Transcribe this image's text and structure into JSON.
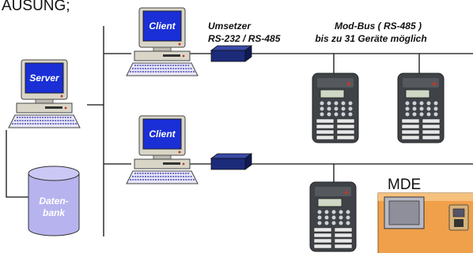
{
  "heading": "AUSUNG;",
  "nodes": {
    "server_label": "Server",
    "client1_label": "Client",
    "client2_label": "Client",
    "database_label_line1": "Daten-",
    "database_label_line2": "bank",
    "mde_label": "MDE"
  },
  "annotations": {
    "converter_line1": "Umsetzer",
    "converter_line2": "RS-232 / RS-485",
    "bus_line1": "Mod-Bus ( RS-485 )",
    "bus_line2": "bis zu 31 Geräte möglich"
  },
  "colors": {
    "screen_blue": "#1a2fd6",
    "monitor_beige": "#d9d6c8",
    "converter_navy": "#1c2a7a",
    "database_lavender": "#b7b3ee",
    "mde_orange": "#f0a04a",
    "terminal_dark": "#3f4348"
  }
}
